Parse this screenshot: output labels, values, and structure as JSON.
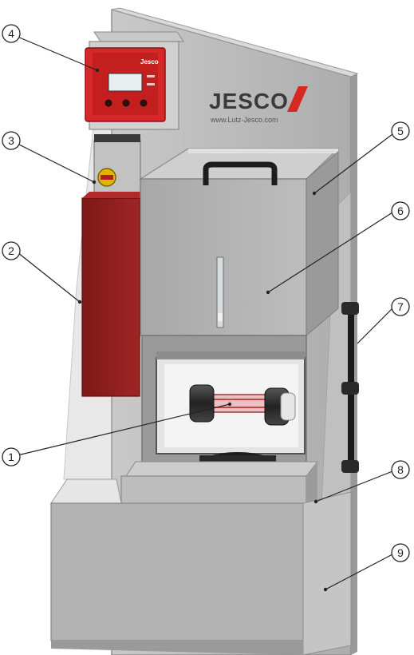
{
  "brand": {
    "logo_text": "JESCO",
    "website": "www.Lutz-Jesco.com"
  },
  "controller": {
    "brand_mark": "Jesco",
    "display_text": "",
    "buttons": [
      "",
      "",
      ""
    ]
  },
  "callouts": [
    {
      "number": "1"
    },
    {
      "number": "2"
    },
    {
      "number": "3"
    },
    {
      "number": "4"
    },
    {
      "number": "5"
    },
    {
      "number": "6"
    },
    {
      "number": "7"
    },
    {
      "number": "8"
    },
    {
      "number": "9"
    }
  ],
  "colors": {
    "cabinet": "#b9b9b9",
    "cabinet_dark": "#9c9c9c",
    "red_panel": "#8f1d1d",
    "controller_red": "#d62828",
    "logo_red": "#d42a20",
    "callout_line": "#222222"
  }
}
